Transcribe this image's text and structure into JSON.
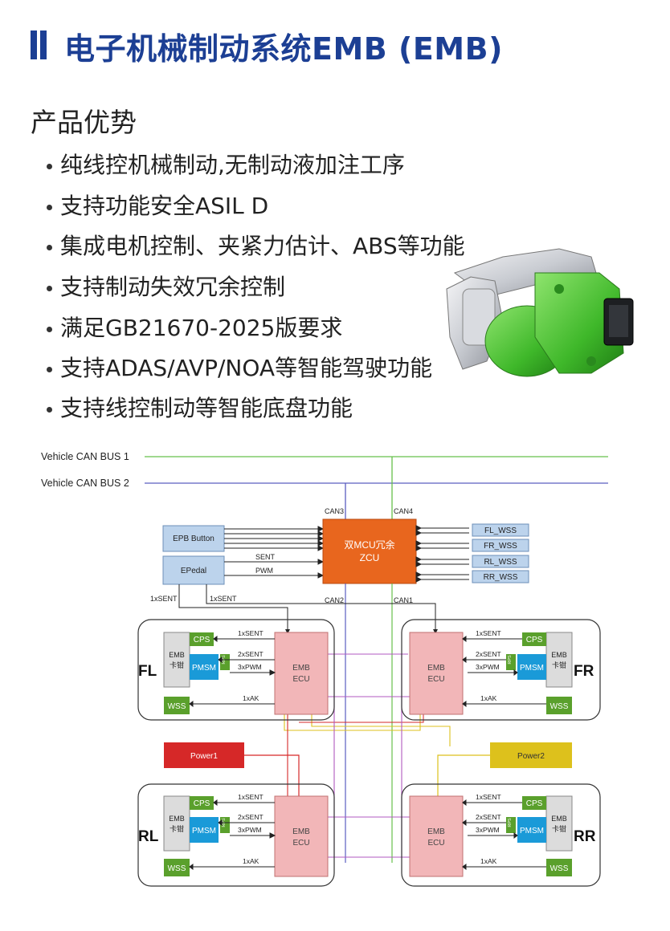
{
  "title": "电子机械制动系统EMB (EMB)",
  "subtitle": "产品优势",
  "features": [
    "纯线控机械制动,无制动液加注工序",
    "支持功能安全ASIL D",
    "集成电机控制、夹紧力估计、ABS等功能",
    "支持制动失效冗余控制",
    "满足GB21670-2025版要求",
    "支持ADAS/AVP/NOA等智能驾驶功能",
    "支持线控制动等智能底盘功能"
  ],
  "diagram": {
    "bus1": "Vehicle CAN BUS 1",
    "bus2": "Vehicle CAN BUS 2",
    "can1": "CAN1",
    "can2": "CAN2",
    "can3": "CAN3",
    "can4": "CAN4",
    "epb_button": "EPB Button",
    "epedal": "EPedal",
    "sent": "SENT",
    "pwm": "PWM",
    "zcu_line1": "双MCU冗余",
    "zcu_line2": "ZCU",
    "wss_fl": "FL_WSS",
    "wss_fr": "FR_WSS",
    "wss_rl": "RL_WSS",
    "wss_rr": "RR_WSS",
    "sent_1x": "1xSENT",
    "sent_2x": "2xSENT",
    "pwm_3x": "3xPWM",
    "ak_1x": "1xAK",
    "cps": "CPS",
    "pmsm": "PMSM",
    "rps": "RPS",
    "wss": "WSS",
    "emb": "EMB",
    "caliper": "卡钳",
    "ecu_line1": "EMB",
    "ecu_line2": "ECU",
    "fl": "FL",
    "fr": "FR",
    "rl": "RL",
    "rr": "RR",
    "power1": "Power1",
    "power2": "Power2"
  },
  "colors": {
    "title": "#1c3f94",
    "zcu": "#e8661e",
    "ecu": "#f2b6b8",
    "cps": "#5aa02c",
    "pmsm": "#1a9ad8",
    "power1": "#d62828",
    "power2": "#ddc11c",
    "bus1": "#67c04c",
    "bus2": "#5a5ec0"
  }
}
